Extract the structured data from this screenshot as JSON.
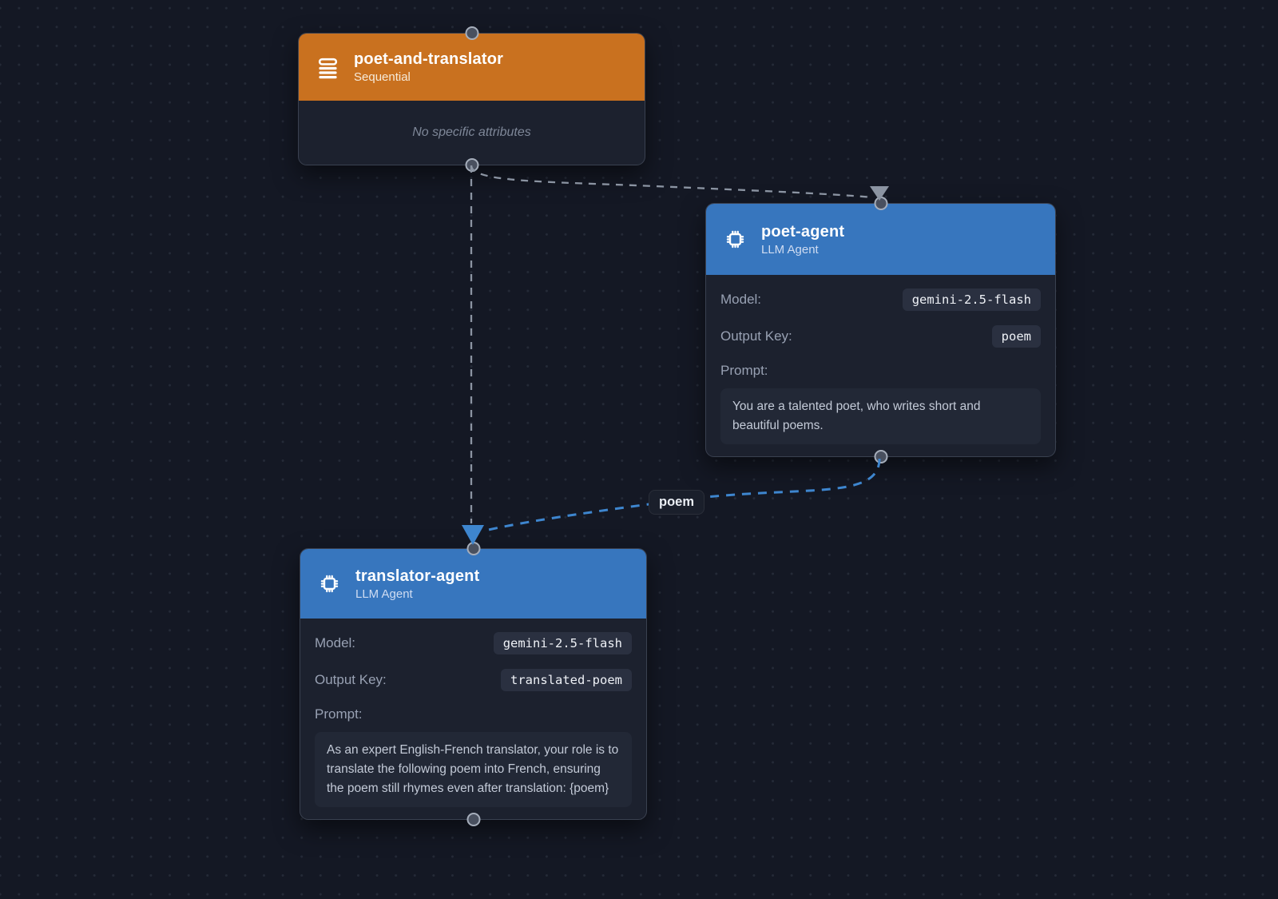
{
  "canvas": {
    "background": "#141824",
    "grid_dot_color": "rgba(148,163,184,0.13)"
  },
  "nodes": [
    {
      "id": "poet-and-translator",
      "type": "Sequential",
      "icon": "queue-list-icon",
      "title": "poet-and-translator",
      "subtitle": "Sequential",
      "header_color": "#c9711f",
      "note": "No specific attributes"
    },
    {
      "id": "poet-agent",
      "type": "LLM Agent",
      "icon": "chip-icon",
      "title": "poet-agent",
      "subtitle": "LLM Agent",
      "header_color": "#3776be",
      "model_label": "Model:",
      "model_value": "gemini-2.5-flash",
      "output_key_label": "Output Key:",
      "output_key_value": "poem",
      "prompt_label": "Prompt:",
      "prompt_text": "You are a talented poet, who writes short and beautiful poems."
    },
    {
      "id": "translator-agent",
      "type": "LLM Agent",
      "icon": "chip-icon",
      "title": "translator-agent",
      "subtitle": "LLM Agent",
      "header_color": "#3776be",
      "model_label": "Model:",
      "model_value": "gemini-2.5-flash",
      "output_key_label": "Output Key:",
      "output_key_value": "translated-poem",
      "prompt_label": "Prompt:",
      "prompt_text": "As an expert English-French translator, your role is to translate the following poem into French, ensuring the poem still rhymes even after translation: {poem}"
    }
  ],
  "edges": [
    {
      "from": "poet-and-translator",
      "to": "poet-agent",
      "style": "dashed",
      "color": "#8b94a2",
      "label": ""
    },
    {
      "from": "poet-and-translator",
      "to": "translator-agent",
      "style": "dashed",
      "color": "#8b94a2",
      "label": ""
    },
    {
      "from": "poet-agent",
      "to": "translator-agent",
      "style": "dashed",
      "color": "#3e86cf",
      "label": "poem"
    }
  ]
}
